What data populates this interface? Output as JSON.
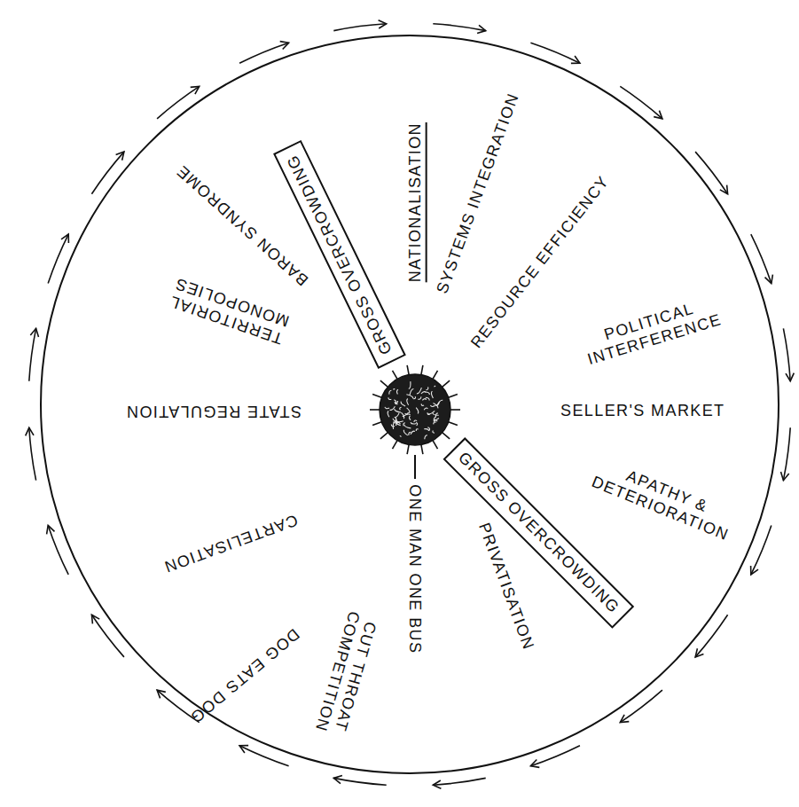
{
  "diagram": {
    "nodes": [
      {
        "text": [
          "GROSS OVERCROWDING"
        ]
      },
      {
        "text": [
          "GROSS OVERCROWDING"
        ]
      }
    ],
    "labels": [
      "NATIONALISATION",
      "SYSTEMS INTEGRATION",
      "RESOURCE EFFICIENCY",
      "POLITICAL INTERFERENCE",
      "SELLER'S MARKET",
      "APATHY & DETERIORATION",
      "PRIVATISATION",
      "ONE MAN ONE BUS",
      "CUT THROAT COMPETITION",
      "DOG EATS DOG",
      "CARTELISATION",
      "STATE REGULATION",
      "TERRITORIAL MONOPOLIES",
      "BARON SYNDROME"
    ]
  }
}
